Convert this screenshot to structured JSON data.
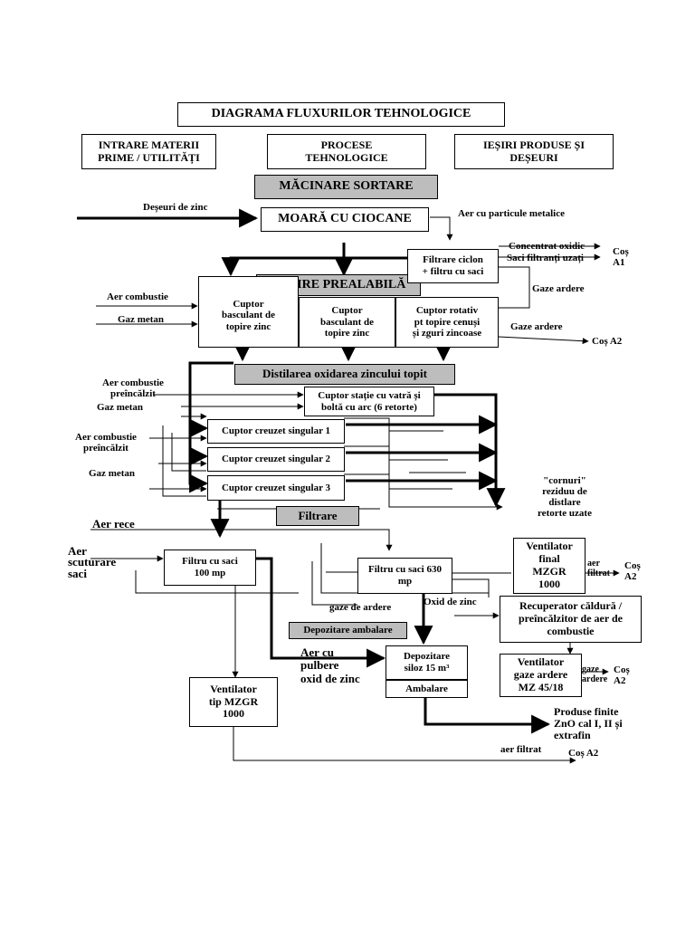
{
  "title": "DIAGRAMA FLUXURILOR TEHNOLOGICE",
  "columns": {
    "inputs": "INTRARE MATERII\nPRIME / UTILITĂȚI",
    "processes": "PROCESE\nTEHNOLOGICE",
    "outputs": "IEȘIRI PRODUSE ȘI\nDEȘEURI"
  },
  "stages": {
    "grinding": "MĂCINARE SORTARE",
    "mill": "MOARĂ CU CIOCANE",
    "premelting": "TOPIRE PREALABILĂ",
    "distillation": "Distilarea oxidarea zincului topit",
    "filtering": "Filtrare",
    "storage_packing": "Depozitare ambalare"
  },
  "equipment": {
    "cyclone_filter": "Filtrare ciclon\n+ filtru cu saci",
    "furnace_1": "Cuptor\nbasculant de\ntopire zinc",
    "furnace_2": "Cuptor\nbasculant de\ntopire zinc",
    "rotary_furnace": "Cuptor rotativ\npt topire cenuși\nși zguri zincoase",
    "arc_furnace": "Cuptor stație cu vatră și\nboltă cu arc (6 retorte)",
    "crucible_1": "Cuptor creuzet singular 1",
    "crucible_2": "Cuptor creuzet singular 2",
    "crucible_3": "Cuptor creuzet singular 3",
    "bag_filter_100": "Filtru cu saci\n100 mp",
    "bag_filter_630": "Filtru cu saci 630\nmp",
    "fan_final": "Ventilator\nfinal\nMZGR\n1000",
    "heat_recuperator": "Recuperator căldură /\npreîncălzitor de aer de\ncombustie",
    "fan_exhaust": "Ventilator\ngaze ardere\nMZ 45/18",
    "silo_storage": "Depozitare\nsiloz 15 m³",
    "packing": "Ambalare",
    "fan_mzgr": "Ventilator\ntip MZGR\n1000"
  },
  "inputs": {
    "zinc_waste": "Deșeuri de zinc",
    "combustion_air": "Aer combustie",
    "methane_gas_1": "Gaz metan",
    "preheated_air_1": "Aer combustie\npreîncălzit",
    "methane_gas_2": "Gaz metan",
    "preheated_air_2": "Aer combustie\npreîncălzit",
    "methane_gas_3": "Gaz metan",
    "cold_air": "Aer rece",
    "bag_shaking_air": "Aer\nscuturare\nsaci"
  },
  "outputs": {
    "metal_particles_air": "Aer cu particule metalice",
    "oxide_concentrate": "Concentrat oxidic",
    "filtered_bags": "Saci filtranți uzați",
    "stack_a1": "Coș\nA1",
    "flue_gas_1": "Gaze ardere",
    "flue_gas_2": "Gaze ardere",
    "stack_a2_1": "Coș A2",
    "retort_horns": "\"cornuri\"\nreziduu de\ndistlare\nretorte uzate",
    "filtered_air_1": "aer\nfiltrat",
    "stack_a2_2": "Coș\nA2",
    "flue_gas_3": "gaze de ardere",
    "zinc_oxide": "Oxid de zinc",
    "zinc_oxide_dust_air": "Aer cu\npulbere\noxid de zinc",
    "flue_gas_4": "gaze\nardere",
    "stack_a2_3": "Coș\nA2",
    "finished_products": "Produse finite\nZnO cal I, II și\nextrafin",
    "filtered_air_2": "aer filtrat",
    "stack_a2_4": "Coș A2"
  }
}
